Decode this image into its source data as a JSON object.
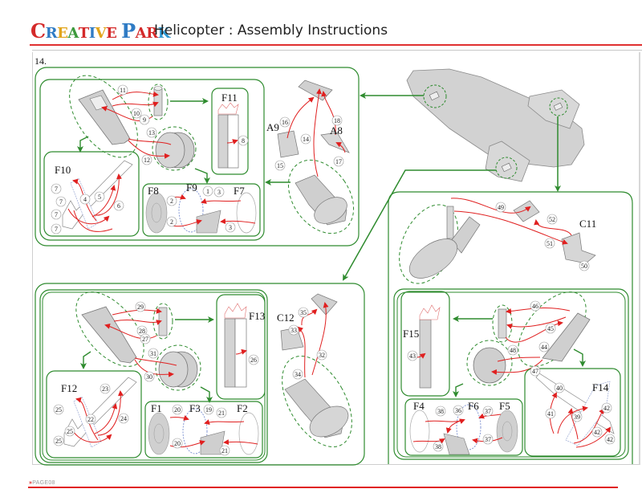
{
  "header": {
    "logo_letters": [
      {
        "ch": "C",
        "color": "#d42a2a"
      },
      {
        "ch": "R",
        "color": "#2f7bc4"
      },
      {
        "ch": "E",
        "color": "#e2a51b"
      },
      {
        "ch": "A",
        "color": "#3c9a3c"
      },
      {
        "ch": "T",
        "color": "#d42a2a"
      },
      {
        "ch": "I",
        "color": "#2f7bc4"
      },
      {
        "ch": "V",
        "color": "#e2a51b"
      },
      {
        "ch": "E",
        "color": "#d42a2a"
      },
      {
        "ch": " ",
        "color": "#000000"
      },
      {
        "ch": "P",
        "color": "#2f7bc4"
      },
      {
        "ch": "A",
        "color": "#d42a2a"
      },
      {
        "ch": "R",
        "color": "#d42a2a"
      },
      {
        "ch": "K",
        "color": "#2f9ad4"
      }
    ],
    "title": "Helicopter : Assembly Instructions"
  },
  "step": {
    "number": "14."
  },
  "colors": {
    "green": "#2e8b2e",
    "red": "#e02020",
    "part_grey": "#d4d4d4",
    "outline": "#777777"
  },
  "panels": {
    "top_left": {
      "part_labels": {
        "f10": "F10",
        "f11": "F11",
        "f8": "F8",
        "f9": "F9",
        "f7": "F7",
        "a9": "A9",
        "a8": "A8"
      },
      "numbers": [
        "11",
        "10",
        "9",
        "13",
        "12",
        "8",
        "7",
        "7",
        "7",
        "7",
        "4",
        "5",
        "6",
        "2",
        "2",
        "1",
        "3",
        "3",
        "16",
        "18",
        "14",
        "15",
        "17"
      ]
    },
    "bottom_left": {
      "part_labels": {
        "f12": "F12",
        "f13": "F13",
        "f1": "F1",
        "f3": "F3",
        "f2": "F2",
        "c12": "C12"
      },
      "numbers": [
        "29",
        "28",
        "27",
        "31",
        "30",
        "26",
        "25",
        "25",
        "25",
        "23",
        "22",
        "24",
        "20",
        "20",
        "19",
        "21",
        "21",
        "35",
        "33",
        "32",
        "34"
      ]
    },
    "top_right": {
      "part_labels": {
        "c11": "C11"
      },
      "numbers": [
        "49",
        "52",
        "51",
        "50"
      ]
    },
    "bottom_right": {
      "part_labels": {
        "f15": "F15",
        "f14": "F14",
        "f4": "F4",
        "f6": "F6",
        "f5": "F5"
      },
      "numbers": [
        "46",
        "45",
        "44",
        "48",
        "47",
        "43",
        "40",
        "41",
        "39",
        "42",
        "42",
        "42",
        "38",
        "38",
        "36",
        "37",
        "37"
      ]
    }
  },
  "footer": {
    "page_marker": "»",
    "page_label": "PAGE08"
  }
}
